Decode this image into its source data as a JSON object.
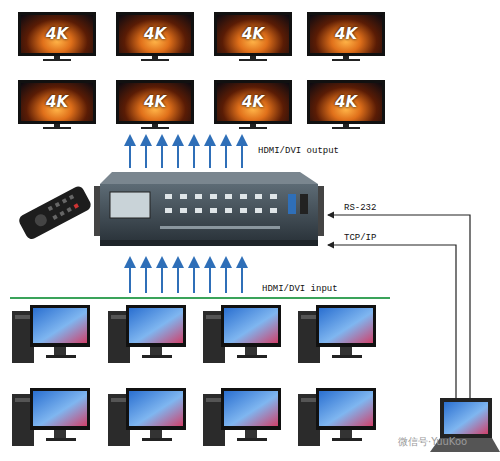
{
  "diagram": {
    "nodes": [
      {
        "text": [
          "4K"
        ]
      },
      {
        "text": [
          "4K"
        ]
      },
      {
        "text": [
          "4K"
        ]
      },
      {
        "text": [
          "4K"
        ]
      },
      {
        "text": [
          "4K"
        ]
      },
      {
        "text": [
          "4K"
        ]
      },
      {
        "text": [
          "4K"
        ]
      },
      {
        "text": [
          "4K"
        ]
      }
    ],
    "labels": [
      "HDMI/DVI output",
      "RS-232",
      "TCP/IP",
      "HDMI/DVI input",
      "微信号·YuuKoo"
    ]
  }
}
